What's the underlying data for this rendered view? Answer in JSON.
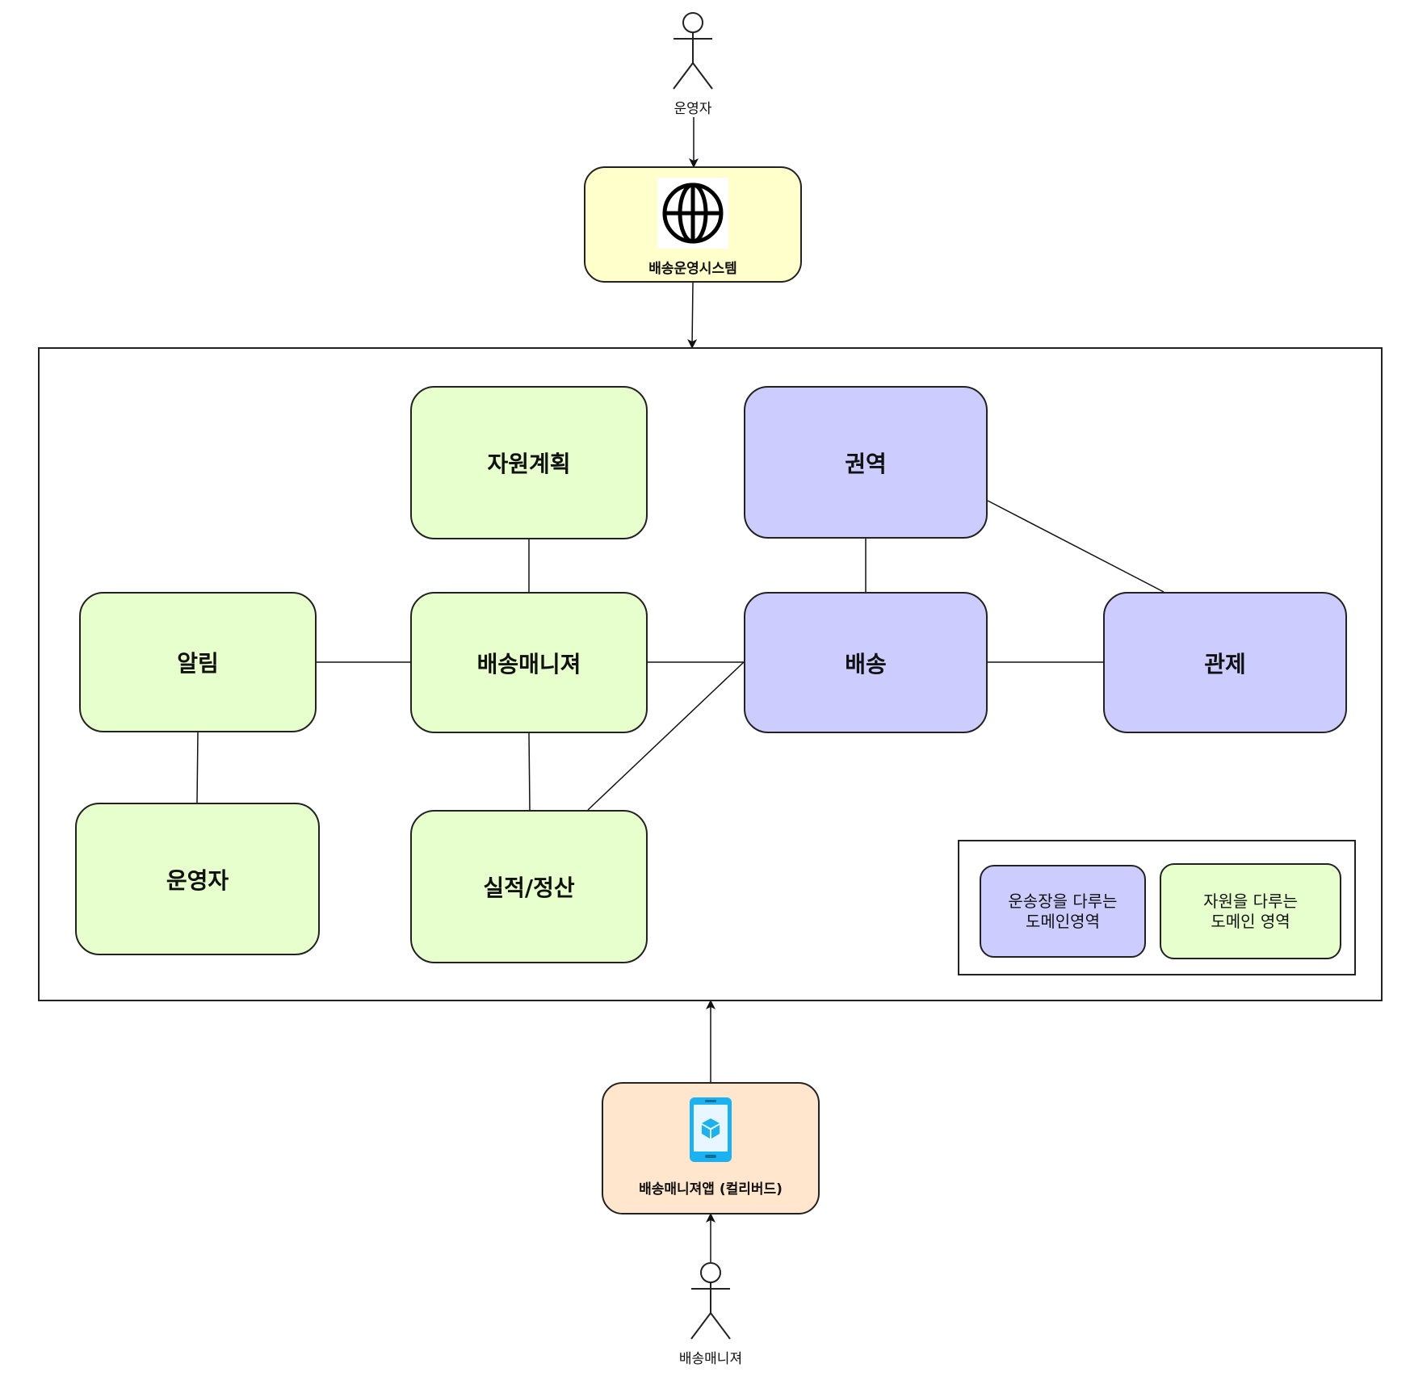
{
  "actors": {
    "top": {
      "label": "운영자"
    },
    "bottom": {
      "label": "배송매니져"
    }
  },
  "systems": {
    "web": {
      "label": "배송운영시스템",
      "icon": "globe-icon",
      "color": "#ffffcc"
    },
    "app": {
      "label": "배송매니져앱 (컬리버드)",
      "icon": "mobile-app-icon",
      "color": "#ffe6cc"
    }
  },
  "domains": {
    "resource_planning": "자원계획",
    "region": "권역",
    "notification": "알림",
    "delivery_manager": "배송매니져",
    "delivery": "배송",
    "control": "관제",
    "operator": "운영자",
    "performance_settlement": "실적/정산"
  },
  "legend": {
    "waybill_domain": "운송장을 다루는\n도메인영역",
    "resource_domain": "자원을 다루는\n도메인 영역"
  },
  "colors": {
    "resource_domain": "#e6ffcc",
    "waybill_domain": "#ccccff"
  }
}
